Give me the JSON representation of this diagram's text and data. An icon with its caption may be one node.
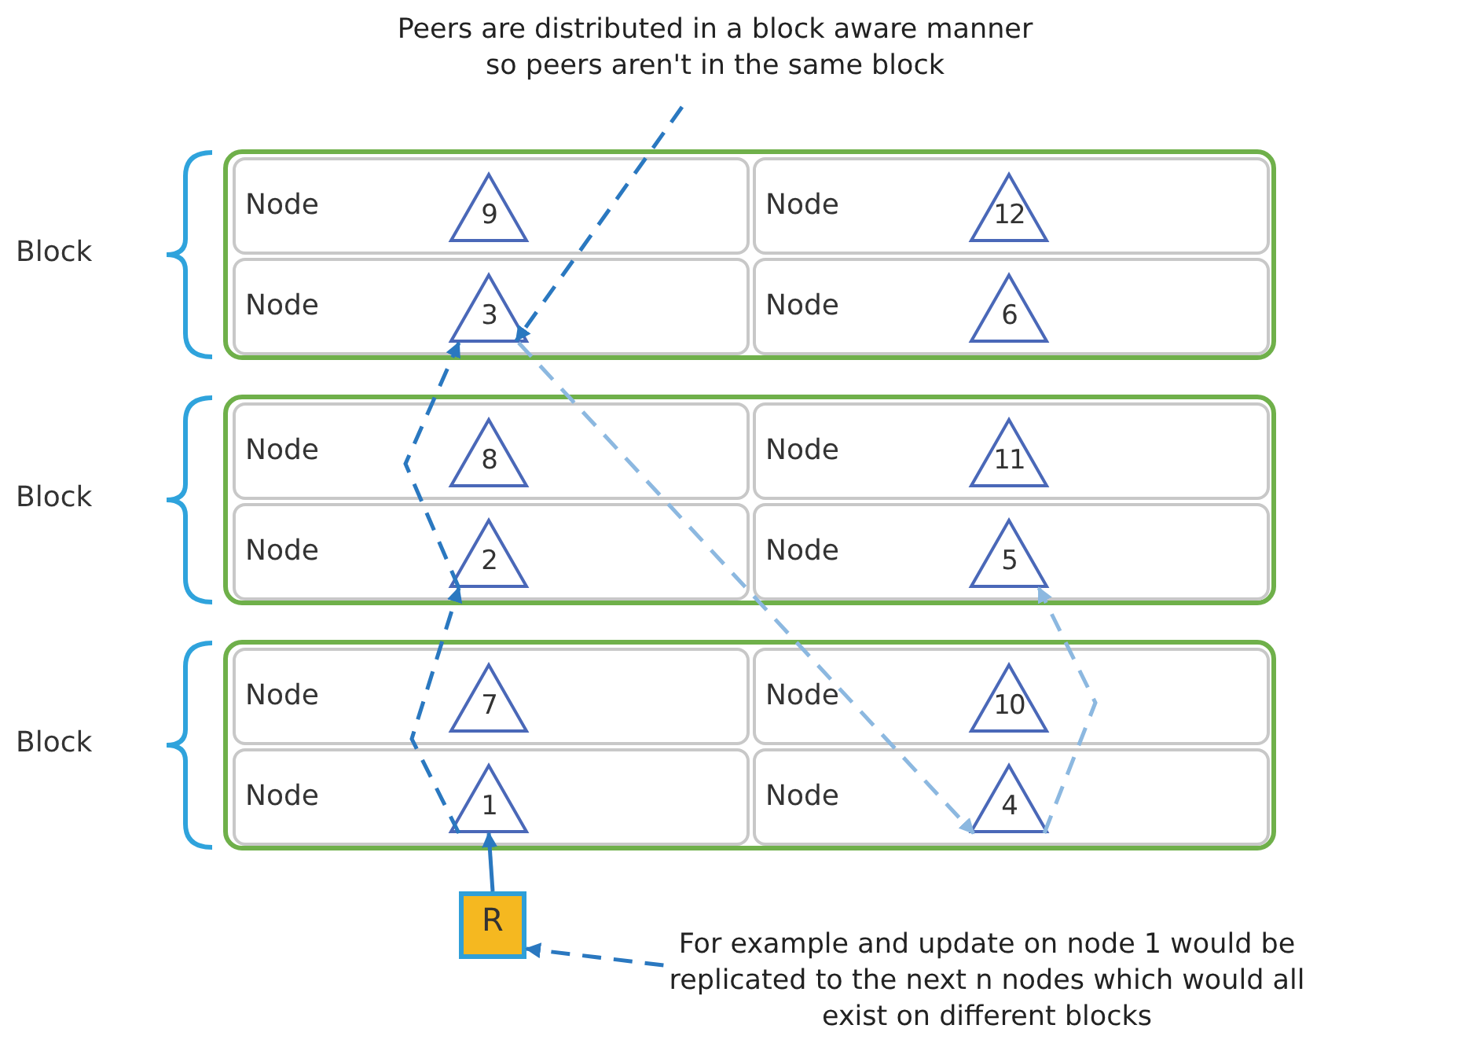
{
  "diagram": {
    "nodes": [
      {
        "text": [
          "Peers are distributed in a block aware manner so peers aren't in the same block"
        ]
      },
      {
        "text": [],
        "shape": "box"
      },
      {
        "text": [
          "Node"
        ],
        "in": 1
      },
      {
        "text": [
          "9"
        ],
        "in": 2
      },
      {
        "text": [
          "Node"
        ],
        "in": 1
      },
      {
        "text": [
          "12"
        ],
        "in": 4
      },
      {
        "text": [
          "Node"
        ],
        "in": 1
      },
      {
        "text": [
          "3"
        ],
        "in": 6
      },
      {
        "text": [
          "Node"
        ],
        "in": 1
      },
      {
        "text": [
          "6"
        ],
        "in": 8
      },
      {
        "text": [],
        "shape": "box"
      },
      {
        "text": [
          "Node"
        ],
        "in": 10
      },
      {
        "text": [
          "8"
        ],
        "in": 11
      },
      {
        "text": [
          "Node"
        ],
        "in": 10
      },
      {
        "text": [
          "11"
        ],
        "in": 13
      },
      {
        "text": [
          "Node"
        ],
        "in": 10
      },
      {
        "text": [
          "2"
        ],
        "in": 15
      },
      {
        "text": [
          "Node"
        ],
        "in": 10
      },
      {
        "text": [
          "5"
        ],
        "in": 17
      },
      {
        "text": [],
        "shape": "box"
      },
      {
        "text": [
          "Node"
        ],
        "in": 19
      },
      {
        "text": [
          "7"
        ],
        "in": 20
      },
      {
        "text": [
          "Node"
        ],
        "in": 19
      },
      {
        "text": [
          "10"
        ],
        "in": 22
      },
      {
        "text": [
          "Node"
        ],
        "in": 19
      },
      {
        "text": [
          "1"
        ],
        "in": 24
      },
      {
        "text": [
          "Node"
        ],
        "in": 19
      },
      {
        "text": [
          "4"
        ],
        "in": 26
      },
      {
        "text": [
          "R"
        ]
      },
      {
        "text": [
          "For example and update on node 1 would be replicated to the next n nodes which would all exist on different blocks"
        ]
      }
    ],
    "edges": [
      {
        "from": 0,
        "to": 7,
        "arrow": "to",
        "style": "dashed"
      },
      {
        "from": 28,
        "to": 25,
        "arrow": "to"
      },
      {
        "from": 25,
        "to": 16,
        "arrow": "to",
        "style": "dashed"
      },
      {
        "from": 16,
        "to": 7,
        "arrow": "to",
        "style": "dashed"
      },
      {
        "from": 7,
        "to": 27,
        "arrow": "to",
        "style": "dashed",
        "color": "#8cb8e0"
      },
      {
        "from": 27,
        "to": 18,
        "arrow": "to",
        "style": "dashed",
        "color": "#8cb8e0"
      },
      {
        "from": 29,
        "to": 28,
        "arrow": "to",
        "style": "dashed"
      }
    ],
    "labels": [
      "Block",
      "Block",
      "Block"
    ]
  }
}
